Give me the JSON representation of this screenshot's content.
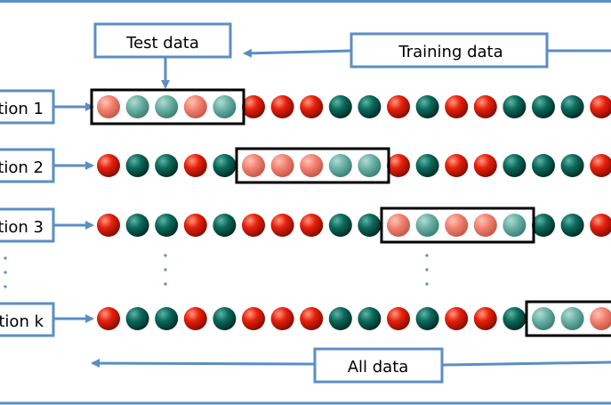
{
  "labels": {
    "test_data": "Test data",
    "training_data": "Training data",
    "all_data": "All data"
  },
  "iterations": [
    {
      "label": "tion 1",
      "test_start": 0,
      "test_len": 5
    },
    {
      "label": "tion 2",
      "test_start": 5,
      "test_len": 5
    },
    {
      "label": "tion 3",
      "test_start": 10,
      "test_len": 5
    },
    {
      "label": "tion k",
      "test_start": 15,
      "test_len": 5
    }
  ],
  "ball_sequences": [
    [
      "r",
      "g",
      "g",
      "r",
      "g",
      "r",
      "r",
      "r",
      "g",
      "g",
      "r",
      "g",
      "r",
      "r",
      "g",
      "g",
      "g",
      "r"
    ],
    [
      "r",
      "g",
      "g",
      "r",
      "g",
      "r",
      "r",
      "r",
      "g",
      "g",
      "r",
      "g",
      "r",
      "r",
      "g",
      "g",
      "g",
      "r"
    ],
    [
      "r",
      "g",
      "g",
      "r",
      "g",
      "r",
      "r",
      "r",
      "g",
      "g",
      "r",
      "g",
      "r",
      "r",
      "g",
      "g",
      "g",
      "r"
    ],
    [
      "r",
      "g",
      "g",
      "r",
      "g",
      "r",
      "r",
      "r",
      "g",
      "g",
      "r",
      "g",
      "r",
      "r",
      "g",
      "g",
      "g",
      "r"
    ]
  ],
  "colors": {
    "red": "#e8200c",
    "green": "#0c6b5c",
    "red_faded": "#f28070",
    "green_faded": "#6aafa4",
    "box_border": "#5b8ec4",
    "arrow": "#5b8ec4",
    "test_frame": "#000000",
    "frame_border": "#5b8ec4"
  }
}
